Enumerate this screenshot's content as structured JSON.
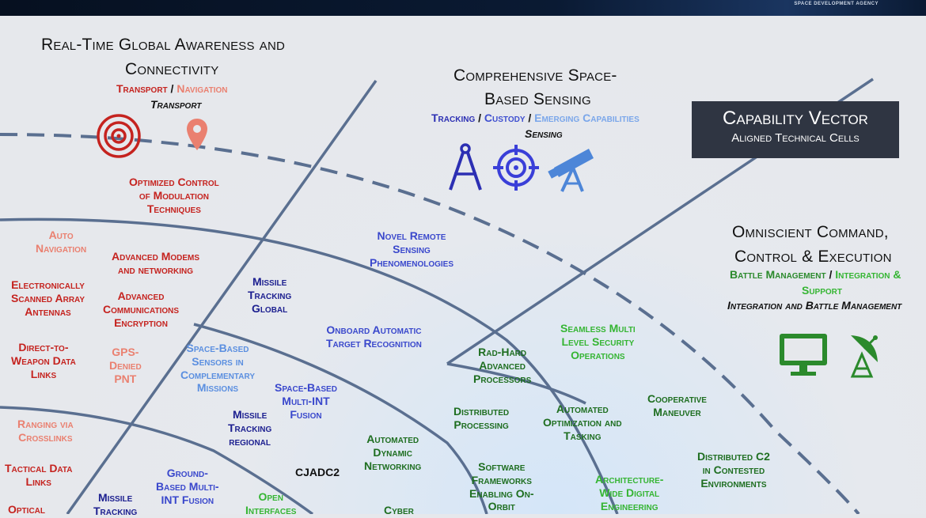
{
  "header": {
    "agency": "SPACE DEVELOPMENT AGENCY"
  },
  "left": {
    "title1": "Real-Time Global Awareness and",
    "title2": "Connectivity",
    "sub_transport": "Transport",
    "sub_slash": " / ",
    "sub_navigation": "Navigation",
    "sub_line2": "Transport",
    "icons": [
      "target-rings-icon",
      "map-pin-icon"
    ]
  },
  "middle": {
    "title1": "Comprehensive Space-",
    "title2": "Based Sensing",
    "sub_tracking": "Tracking",
    "sub_custody": "Custody",
    "sub_emerging": "Emerging Capabilities",
    "sub_slash": " / ",
    "sub_line2": "Sensing",
    "icons": [
      "compass-icon",
      "crosshair-icon",
      "telescope-icon"
    ]
  },
  "capability": {
    "line1": "Capability Vector",
    "line2": "Aligned Technical Cells"
  },
  "right": {
    "title1": "Omniscient Command,",
    "title2": "Control & Execution",
    "sub_battle": "Battle Management",
    "sub_slash": " / ",
    "sub_integration": "Integration &",
    "sub_support": "Support",
    "sub_line3": "Integration and Battle Management",
    "icons": [
      "monitor-icon",
      "satellite-dish-icon"
    ]
  },
  "cells": {
    "optimized_control": [
      "Optimized Control",
      "of Modulation",
      "Techniques"
    ],
    "auto_nav": [
      "Auto",
      "Navigation"
    ],
    "adv_modems": [
      "Advanced Modems",
      "and networking"
    ],
    "esa": [
      "Electronically",
      "Scanned Array",
      "Antennas"
    ],
    "adv_comms": [
      "Advanced",
      "Communications",
      "Encryption"
    ],
    "direct_weapon": [
      "Direct-to-",
      "Weapon Data",
      "Links"
    ],
    "gps_denied": [
      "GPS-",
      "Denied",
      "PNT"
    ],
    "ranging": [
      "Ranging via",
      "Crosslinks"
    ],
    "tactical": [
      "Tactical Data",
      "Links"
    ],
    "optical": [
      "Optical"
    ],
    "novel_remote": [
      "Novel Remote",
      "Sensing",
      "Phenomenologies"
    ],
    "missile_global": [
      "Missile",
      "Tracking",
      "Global"
    ],
    "onboard_atr": [
      "Onboard Automatic",
      "Target Recognition"
    ],
    "space_sensors": [
      "Space-Based",
      "Sensors in",
      "Complementary",
      "Missions"
    ],
    "space_multiint": [
      "Space-Based",
      "Multi-INT",
      "Fusion"
    ],
    "missile_regional": [
      "Missile",
      "Tracking",
      "regional"
    ],
    "ground_multiint": [
      "Ground-",
      "Based Multi-",
      "INT Fusion"
    ],
    "missile_bottom": [
      "Missile",
      "Tracking"
    ],
    "jadc2": [
      "CJADC2"
    ],
    "rad_hard": [
      "Rad-Hard",
      "Advanced",
      "Processors"
    ],
    "seamless": [
      "Seamless Multi",
      "Level Security",
      "Operations"
    ],
    "distributed_processing": [
      "Distributed",
      "Processing"
    ],
    "automated_opt": [
      "Automated",
      "Optimization and",
      "Tasking"
    ],
    "cooperative": [
      "Cooperative",
      "Maneuver"
    ],
    "auto_dynamic": [
      "Automated",
      "Dynamic",
      "Networking"
    ],
    "software_fw": [
      "Software",
      "Frameworks",
      "Enabling On-",
      "Orbit"
    ],
    "distributed_c2": [
      "Distributed C2",
      "in Contested",
      "Environments"
    ],
    "arch_digital": [
      "Architecture-",
      "Wide Digital",
      "Engineering"
    ],
    "open_interfaces": [
      "Open",
      "Interfaces"
    ],
    "cyber": [
      "Cyber"
    ]
  },
  "colors": {
    "red": "#c5231f",
    "salmon": "#ea8070",
    "blue": "#2c2fb3",
    "light_blue": "#5b8fe0",
    "green": "#2b8a2c",
    "light_green": "#35b533",
    "box": "#2f3542",
    "line": "#5a6f90"
  }
}
